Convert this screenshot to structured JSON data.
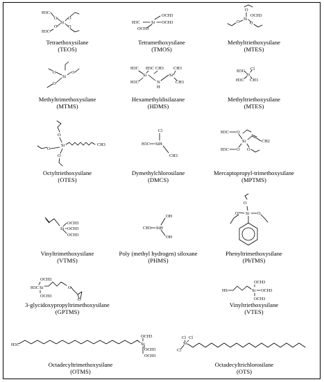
{
  "compounds": [
    {
      "name": "Tetraethoxysilane",
      "abbr": "(TEOS)"
    },
    {
      "name": "Tetramethoxysilane",
      "abbr": "(TMOS)"
    },
    {
      "name": "Methyltriethoxysilane",
      "abbr": "(MTES)"
    },
    {
      "name": "Methyltrimethoxysilane",
      "abbr": "(MTMS)"
    },
    {
      "name": "Hexamethyldisilazane",
      "abbr": "(HDMS)"
    },
    {
      "name": "Methyltriethoxysilane",
      "abbr": "(MTES)"
    },
    {
      "name": "Octyltriethoxysilane",
      "abbr": "(OTES)"
    },
    {
      "name": "Dymethylchlorosilane",
      "abbr": "(DMCS)"
    },
    {
      "name": "Mercaptopropyl-trimethoxysilane",
      "abbr": "(MPTMS)"
    },
    {
      "name": "Vinyltrimethoxysilane",
      "abbr": "(VTMS)"
    },
    {
      "name": "Poly (methyl hydrogen) siloxane",
      "abbr": "(PHMS)"
    },
    {
      "name": "Phenyltrimethoxysilane",
      "abbr": "(PhTMS)"
    },
    {
      "name": "3-glycidoxypropyltrimethoxysilane",
      "abbr": "(GPTMS)"
    },
    {
      "name": "Vinyltriethoxysilane",
      "abbr": "(VTES)"
    },
    {
      "name": "Octadecyltrimethoxysilane",
      "abbr": "(OTMS)"
    },
    {
      "name": "Octadecyltrichlorosilane",
      "abbr": "(OTS)"
    }
  ],
  "atoms": {
    "si": "Si",
    "o": "O",
    "n": "N",
    "h": "H",
    "cl": "Cl",
    "sih": "SiH",
    "hs": "HS",
    "oh": "OH",
    "ch3": "CH3",
    "och3": "OCH3",
    "ch2": "CH2",
    "h3c": "H3C"
  }
}
